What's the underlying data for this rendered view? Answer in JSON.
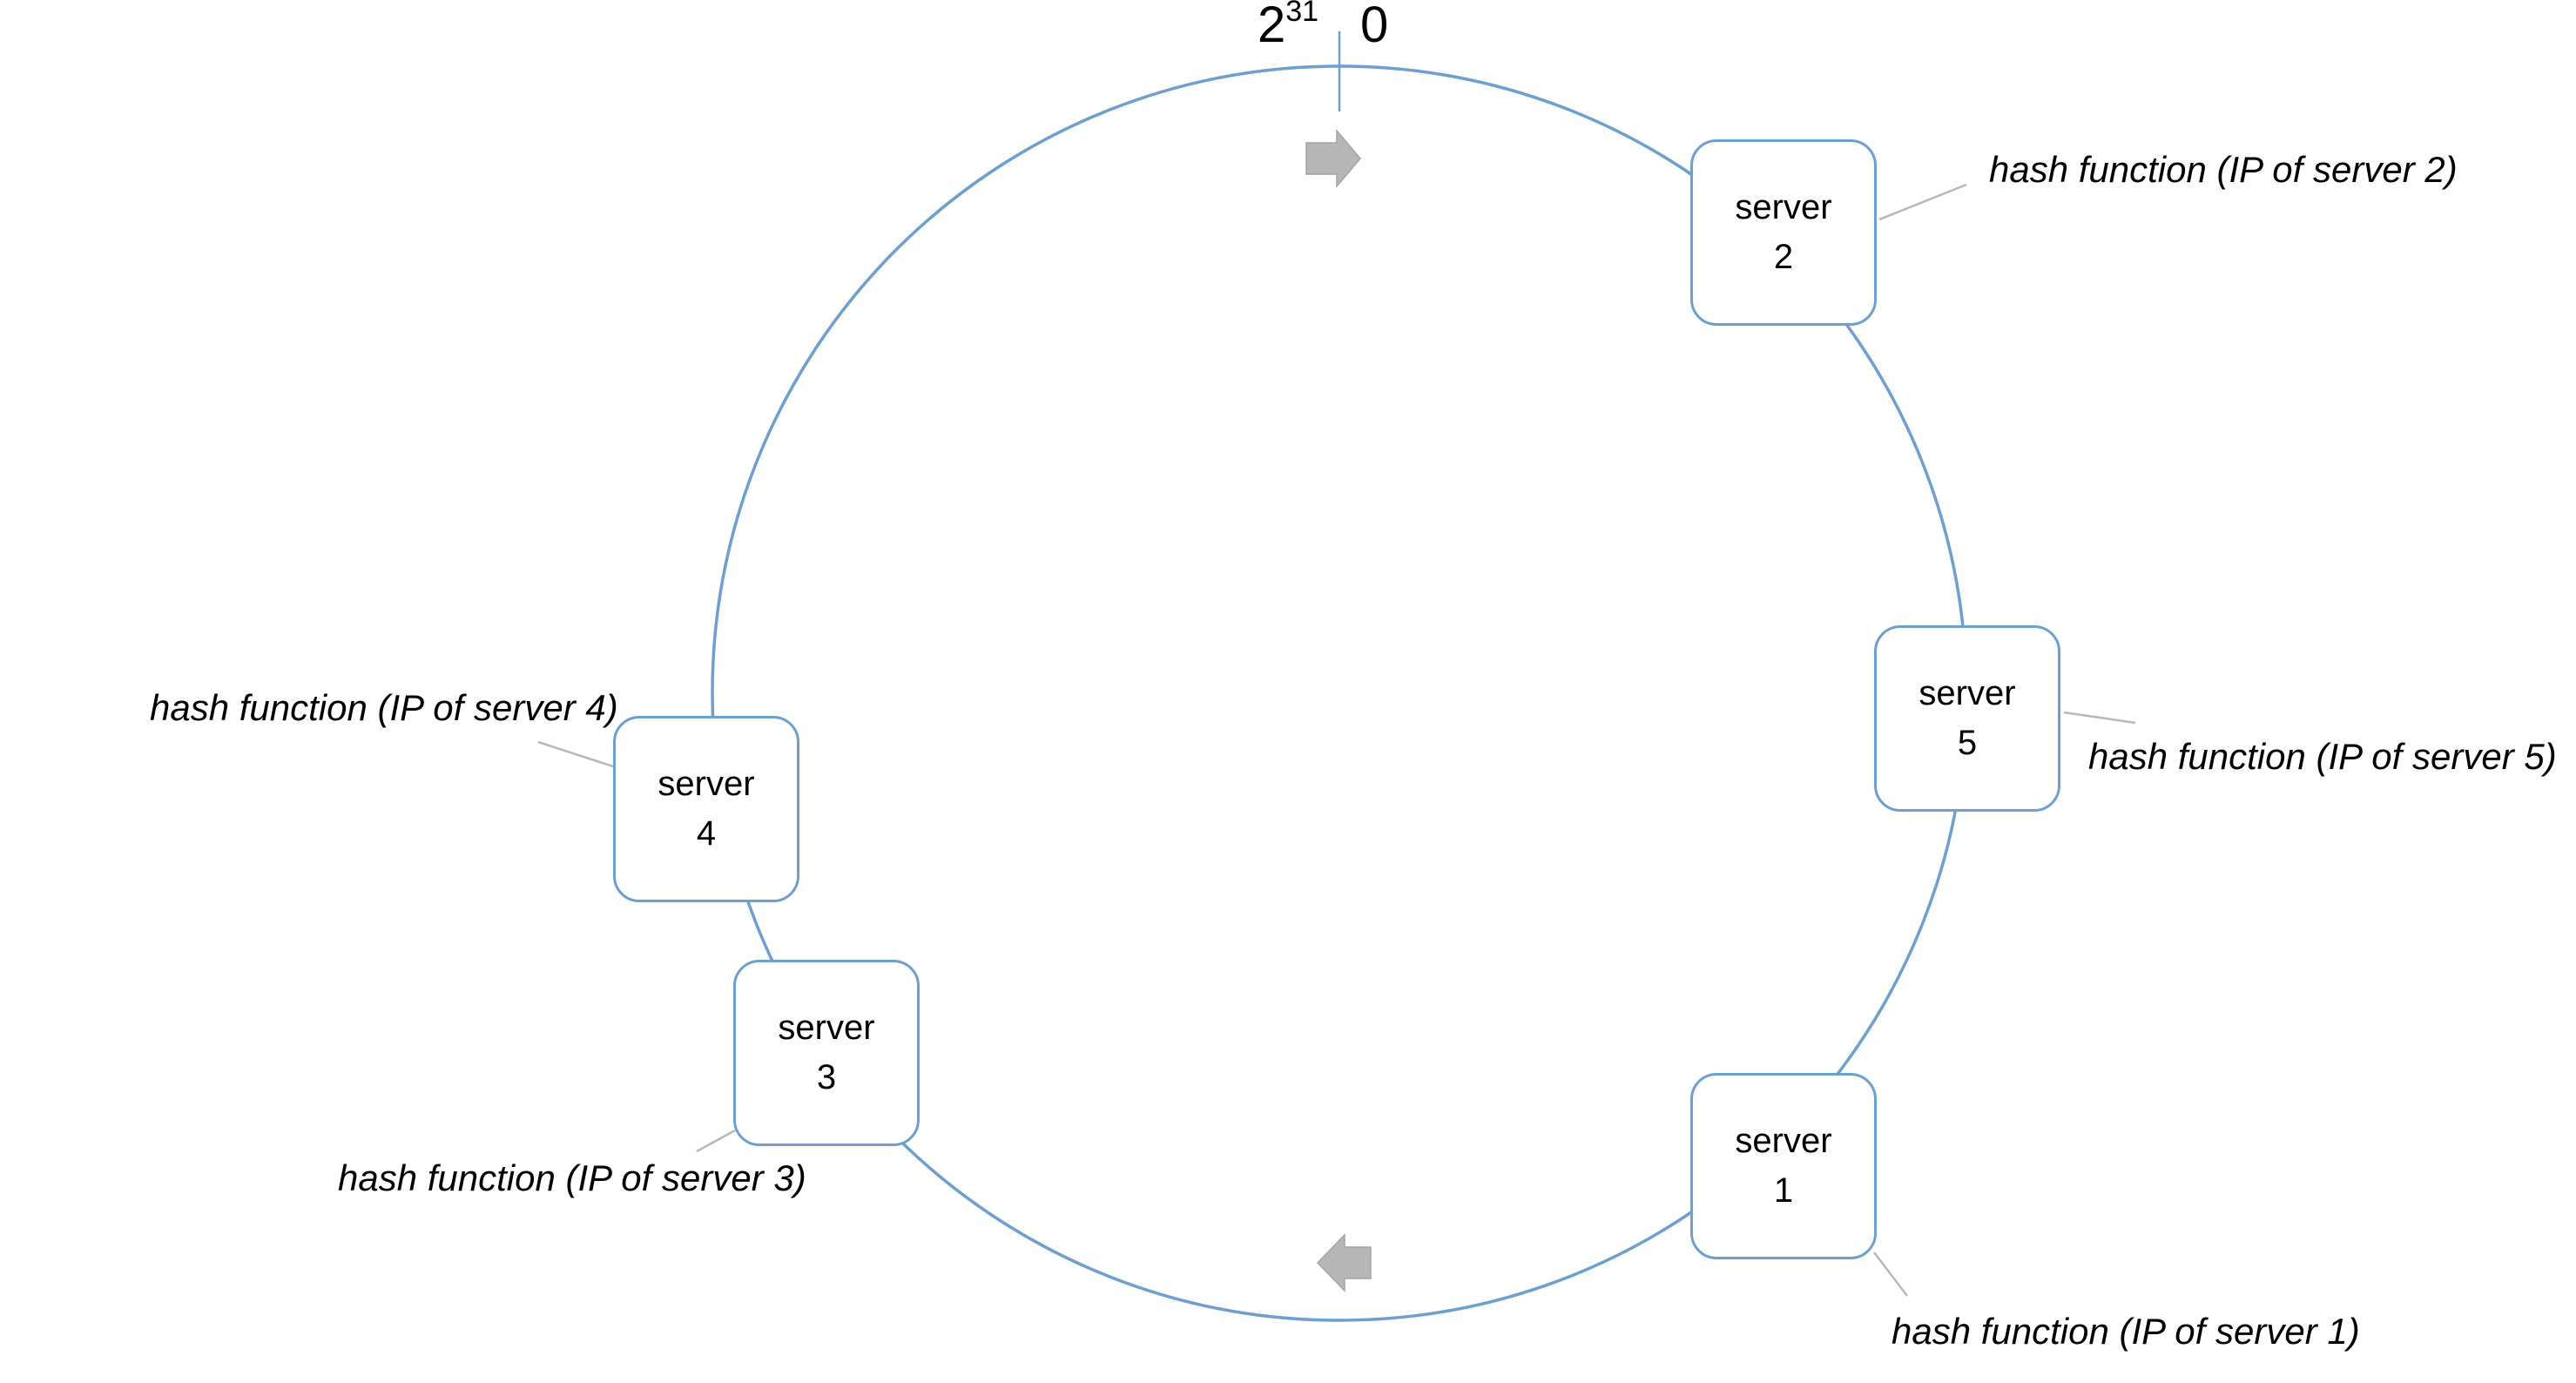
{
  "ring_labels": {
    "max_value": "2",
    "max_exponent": "31",
    "zero": "0"
  },
  "servers": [
    {
      "id": "server-1",
      "word": "server",
      "number": "1",
      "hash_label": "hash function (IP of server 1)"
    },
    {
      "id": "server-2",
      "word": "server",
      "number": "2",
      "hash_label": "hash function (IP of server 2)"
    },
    {
      "id": "server-3",
      "word": "server",
      "number": "3",
      "hash_label": "hash function (IP of server 3)"
    },
    {
      "id": "server-4",
      "word": "server",
      "number": "4",
      "hash_label": "hash function (IP of server 4)"
    },
    {
      "id": "server-5",
      "word": "server",
      "number": "5",
      "hash_label": "hash function (IP of server 5)"
    }
  ],
  "colors": {
    "ring": "#6d9fcf",
    "arrow": "#b7b7b7",
    "leader": "#b8b8b8"
  }
}
